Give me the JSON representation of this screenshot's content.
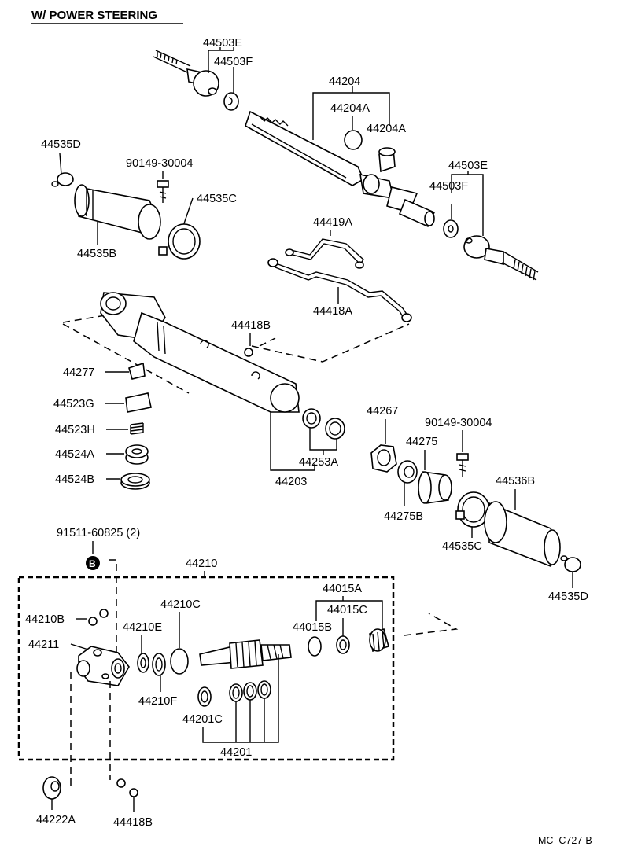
{
  "title": "W/ POWER STEERING",
  "footer_code": "MC  C727-B",
  "circled_marker": "B",
  "labels": {
    "p44503E_top": "44503E",
    "p44503F_top": "44503F",
    "p44204": "44204",
    "p44204A_1": "44204A",
    "p44204A_2": "44204A",
    "p44535D_top": "44535D",
    "p90149_left": "90149-30004",
    "p44535C_top": "44535C",
    "p44535B": "44535B",
    "p44503E_right": "44503E",
    "p44503F_right": "44503F",
    "p44419A": "44419A",
    "p44418A": "44418A",
    "p44418B_mid": "44418B",
    "p44277": "44277",
    "p44523G": "44523G",
    "p44523H": "44523H",
    "p44524A": "44524A",
    "p44524B": "44524B",
    "p44253A": "44253A",
    "p44203": "44203",
    "p44267": "44267",
    "p90149_right": "90149-30004",
    "p44275": "44275",
    "p44536B": "44536B",
    "p44275B": "44275B",
    "p44535C_bottom": "44535C",
    "p44535D_bottom": "44535D",
    "p91511": "91511-60825 (2)",
    "p44210": "44210",
    "p44015A": "44015A",
    "p44015C": "44015C",
    "p44015B": "44015B",
    "p44210C": "44210C",
    "p44210B": "44210B",
    "p44210E": "44210E",
    "p44211": "44211",
    "p44210F": "44210F",
    "p44201C": "44201C",
    "p44201": "44201",
    "p44222A": "44222A",
    "p44418B_bottom": "44418B"
  }
}
